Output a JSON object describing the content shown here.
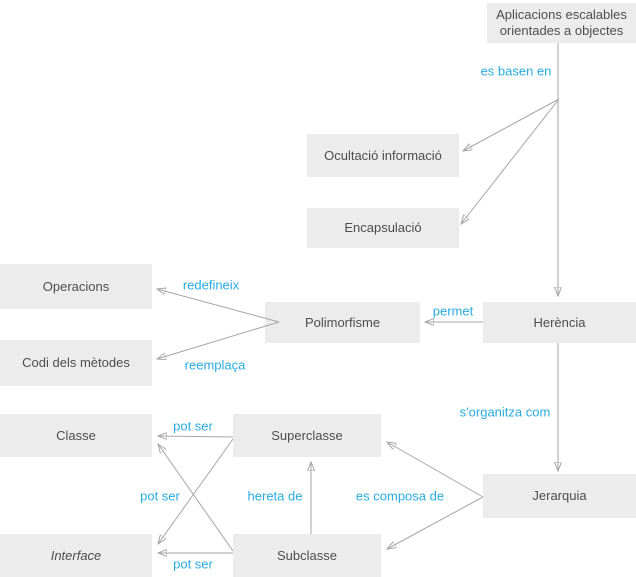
{
  "diagram": {
    "nodes": {
      "aplicacions": "Aplicacions escalables orientades a objectes",
      "ocultacio": "Ocultació informació",
      "encapsulacio": "Encapsulació",
      "operacions": "Operacions",
      "polimorfisme": "Polimorfisme",
      "herencia": "Herència",
      "codi_metodes": "Codi dels mètodes",
      "classe": "Classe",
      "superclasse": "Superclasse",
      "jerarquia": "Jerarquia",
      "interface": "Interface",
      "subclasse": "Subclasse"
    },
    "edge_labels": {
      "es_basen_en": "es basen en",
      "permet": "permet",
      "redefineix": "redefineix",
      "reemplaca": "reemplaça",
      "s_organitza_com": "s'organitza com",
      "pot_ser_top": "pot ser",
      "pot_ser_mid": "pot ser",
      "pot_ser_bottom": "pot ser",
      "hereta_de": "hereta de",
      "es_composa_de": "es composa de"
    },
    "colors": {
      "node_bg": "#ececec",
      "node_text": "#4d4d4d",
      "edge_label": "#29abe2",
      "line": "#a6a6a6",
      "background": "#ffffff"
    }
  }
}
